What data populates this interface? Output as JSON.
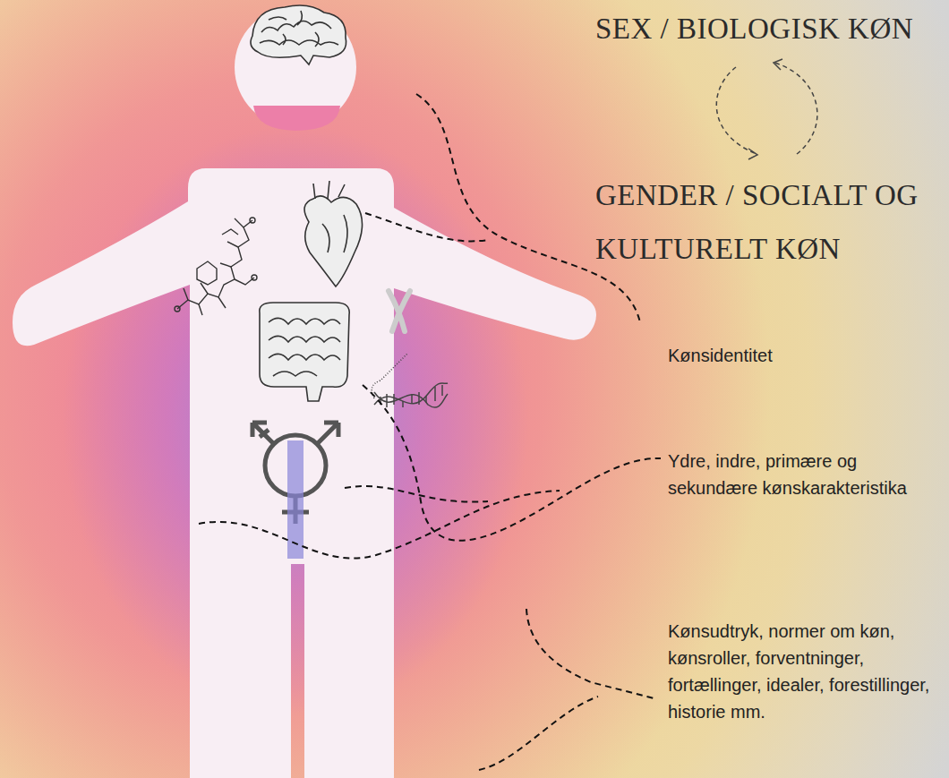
{
  "diagram": {
    "labels": [
      "SEX / BIOLOGISK KØN",
      "GENDER / SOCIALT OG KULTURELT KØN",
      "Kønsidentitet",
      "Ydre, indre, primære og sekundære kønskarakteristika",
      "Kønsudtryk, normer om køn, kønsroller, forventninger, fortællinger, idealer, forestillinger, historie mm."
    ]
  }
}
